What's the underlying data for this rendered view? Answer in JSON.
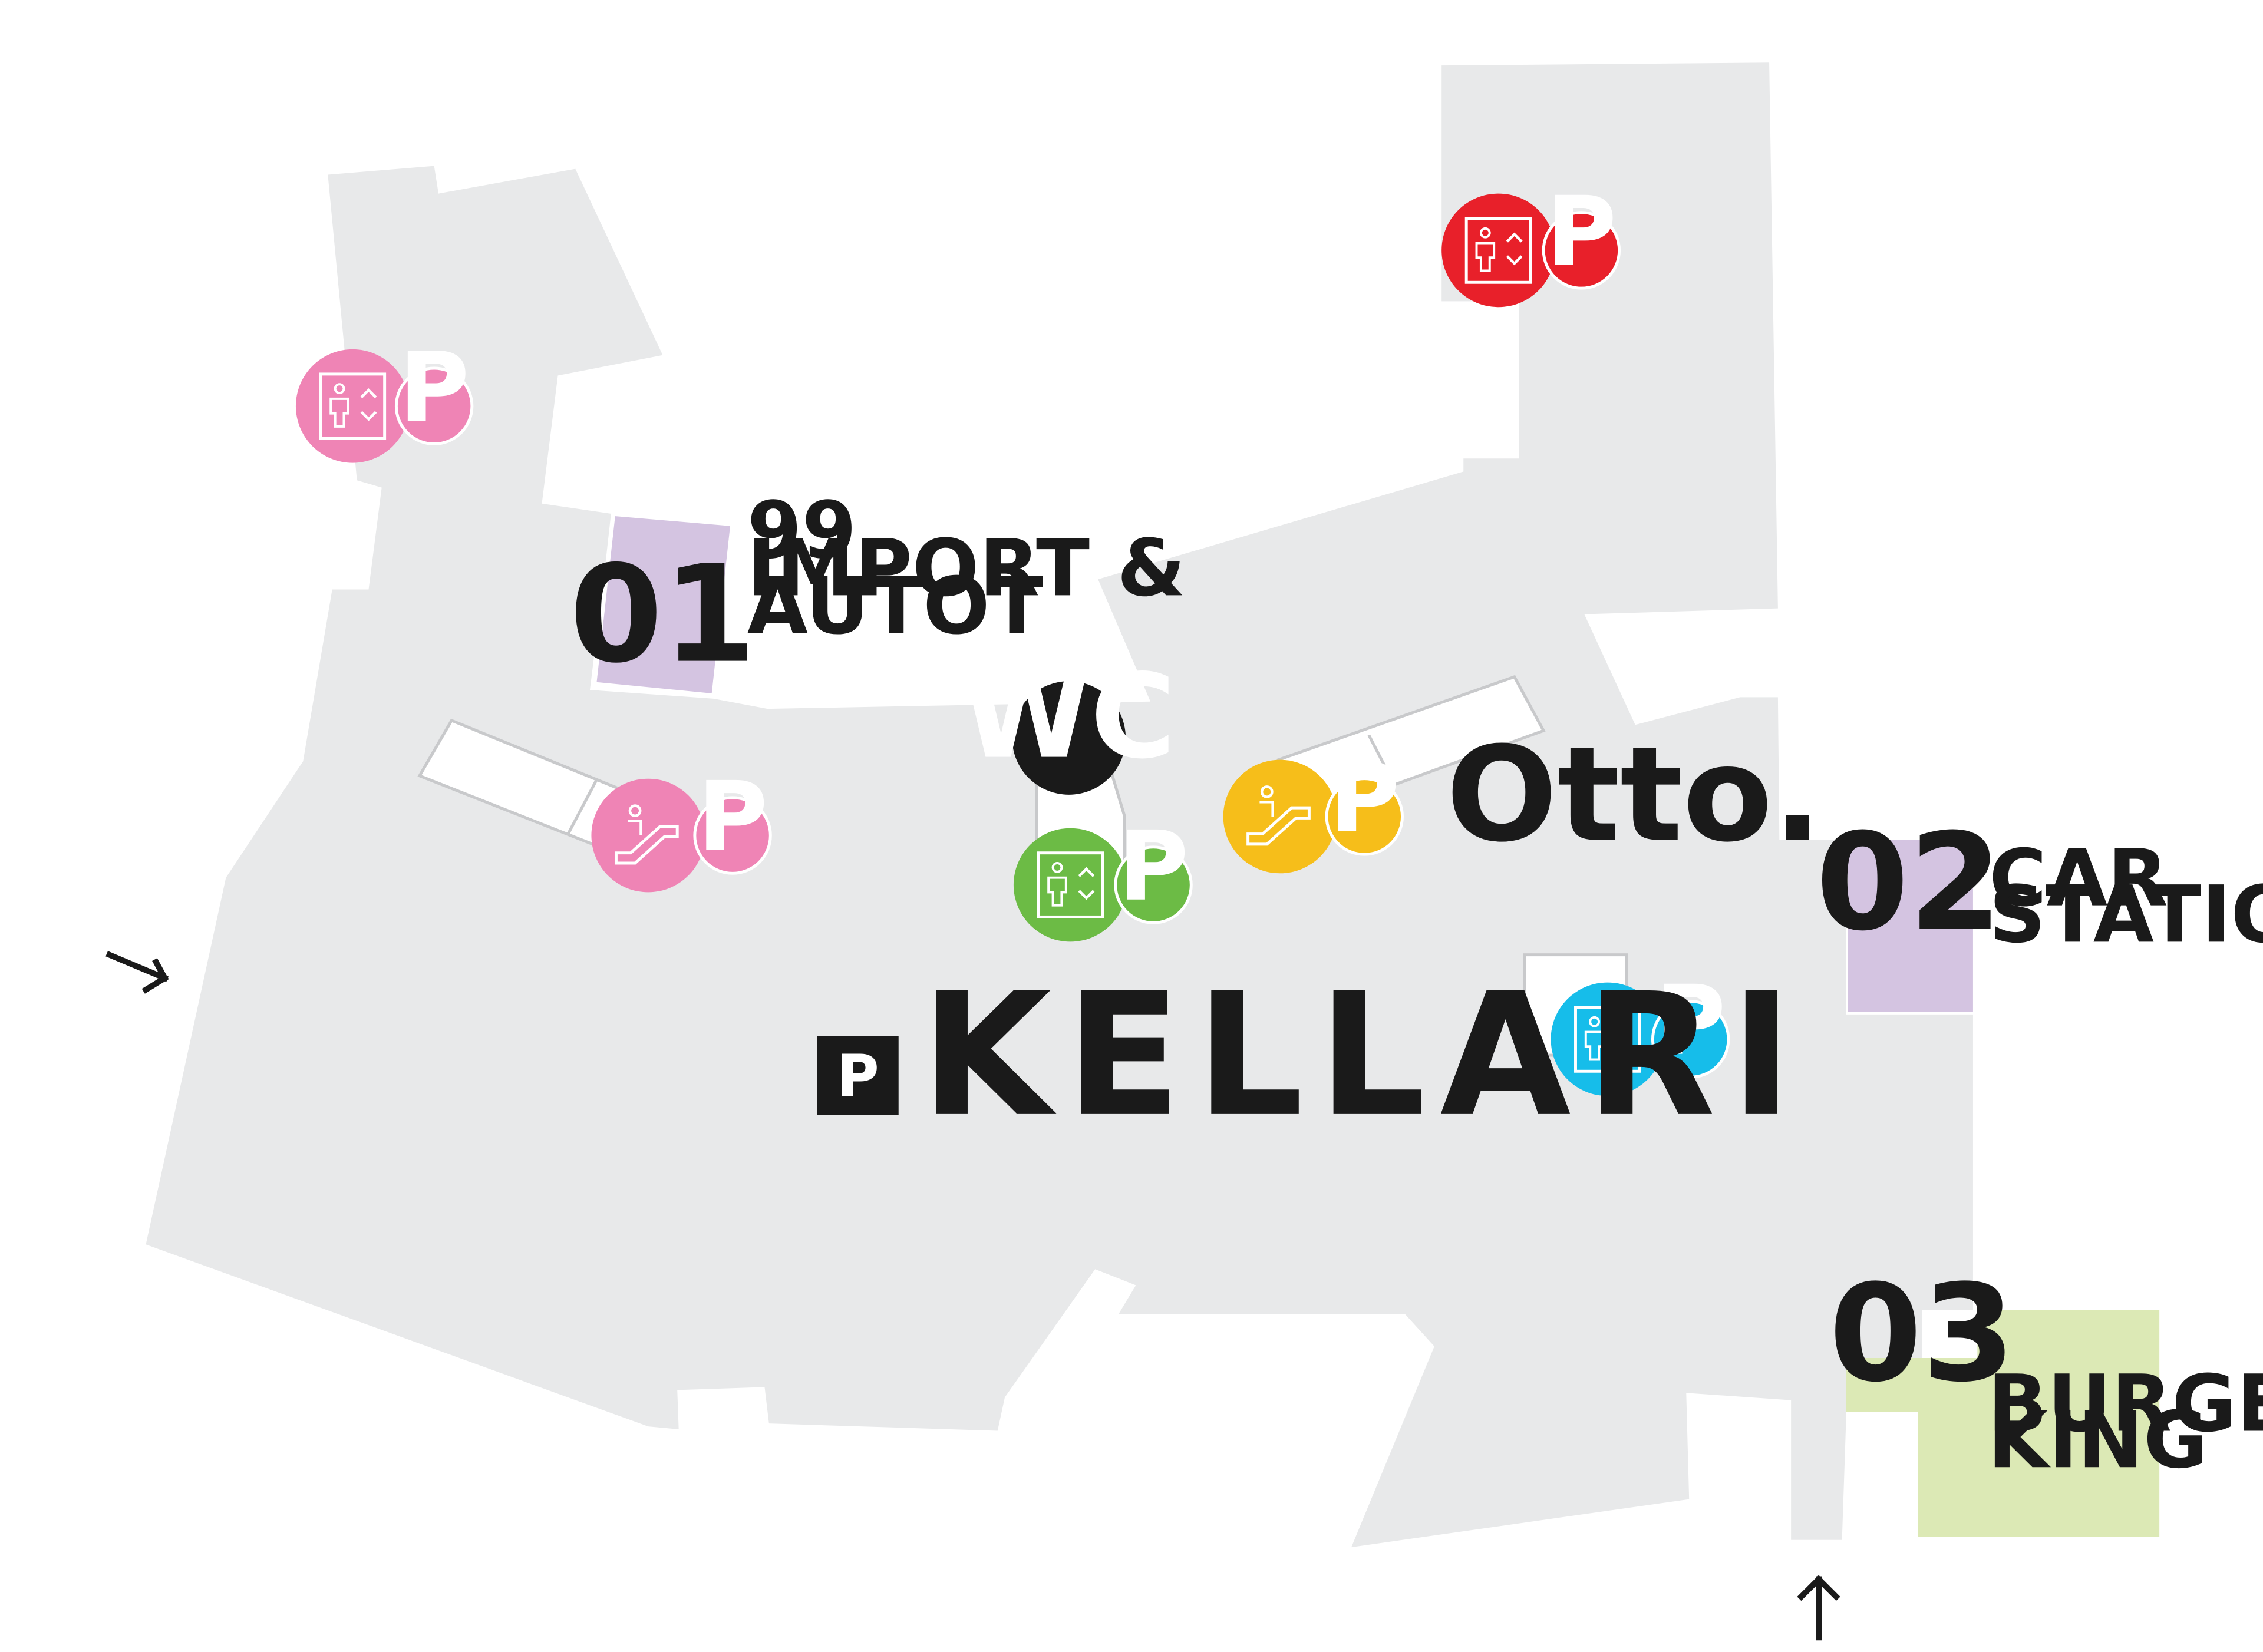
{
  "floor": {
    "p_badge": "P",
    "title": "KELLARI"
  },
  "brand": {
    "otto": "Otto."
  },
  "wc": {
    "label": "WC"
  },
  "units": [
    {
      "number": "01",
      "name_lines": [
        "99",
        "IMPORT &",
        "AUTOT"
      ]
    },
    {
      "number": "02",
      "name_lines": [
        "CAR",
        "STATION"
      ]
    },
    {
      "number": "03",
      "name_lines": [
        "BURGER",
        "KING"
      ]
    }
  ],
  "markers": [
    {
      "icon": "elevator-icon",
      "color": "pink",
      "p_label": "P"
    },
    {
      "icon": "elevator-icon",
      "color": "red",
      "p_label": "P"
    },
    {
      "icon": "escalator-icon",
      "color": "pink",
      "p_label": "P"
    },
    {
      "icon": "elevator-icon",
      "color": "green",
      "p_label": "P"
    },
    {
      "icon": "escalator-icon",
      "color": "yellow",
      "p_label": "P"
    },
    {
      "icon": "elevator-icon",
      "color": "blue",
      "p_label": "P"
    }
  ],
  "colors": {
    "floor": "#e8e9ea",
    "unit_purple": "#d4c4e1",
    "unit_green": "#dce9b5",
    "pink": "#ef84b5",
    "red": "#e8202a",
    "green": "#6cbb45",
    "yellow": "#f6be1a",
    "blue": "#16bdea",
    "dark": "#1a1a1a"
  },
  "entrances": [
    {
      "icon": "entrance-arrow-icon",
      "direction": "west"
    },
    {
      "icon": "entrance-arrow-icon",
      "direction": "south"
    }
  ]
}
